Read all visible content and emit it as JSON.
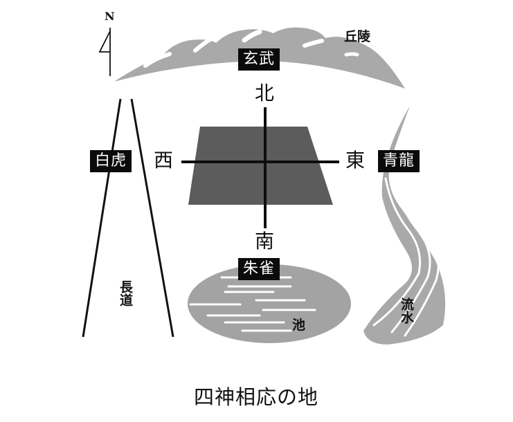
{
  "title": "四神相応の地",
  "compass": {
    "north_letter": "N"
  },
  "guardians": {
    "north": "玄武",
    "west": "白虎",
    "east": "青龍",
    "south": "朱雀"
  },
  "directions": {
    "north": "北",
    "west": "西",
    "east": "東",
    "south": "南"
  },
  "features": {
    "hills": "丘陵",
    "road": "長道",
    "pond": "池",
    "stream": "流水"
  },
  "colors": {
    "label_bg": "#0b0b0b",
    "label_text": "#ffffff",
    "terrain_gray": "#a9a9a9",
    "center_plot": "#5c5c5c",
    "lines": "#0e0e0e"
  }
}
